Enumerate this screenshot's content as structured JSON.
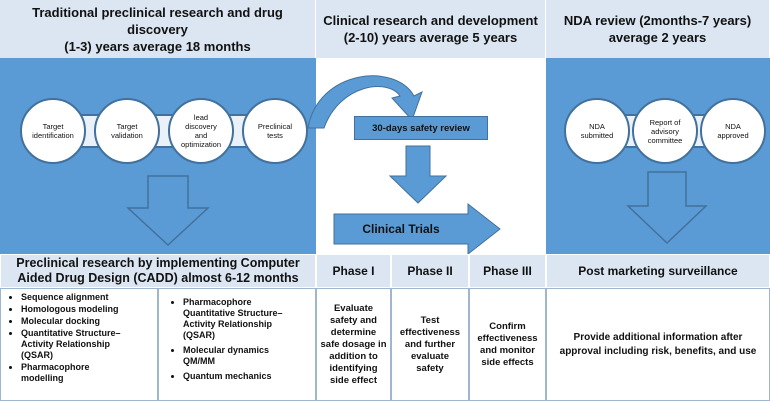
{
  "headers": {
    "preclinical": "Traditional preclinical research and drug discovery\n(1-3) years average 18 months",
    "clinical": "Clinical research and development\n(2-10) years average 5 years",
    "nda": "NDA review (2months-7 years)\naverage 2 years"
  },
  "preclinical_steps": [
    "Target\nidentification",
    "Target\nvalidation",
    "lead\ndiscovery\nand\noptimization",
    "Preclinical\ntests"
  ],
  "safety_review": "30-days safety review",
  "clinical_trials": "Clinical Trials",
  "nda_steps": [
    "NDA\nsubmitted",
    "Report of\nadvisory\ncommittee",
    "NDA\napproved"
  ],
  "bottom_headers": {
    "cadd": "Preclinical research by implementing Computer\nAided Drug Design (CADD) almost 6-12 months",
    "phase1": "Phase I",
    "phase2": "Phase II",
    "phase3": "Phase III",
    "post": "Post marketing surveillance"
  },
  "cadd_list_left": [
    "Sequence alignment",
    "Homologous modeling",
    "Molecular docking",
    "Quantitative Structure–\nActivity Relationship\n(QSAR)",
    "Pharmacophore\nmodelling"
  ],
  "cadd_list_right": [
    "Pharmacophore\nQuantitative Structure–\nActivity Relationship\n(QSAR)",
    "Molecular dynamics\nQM/MM",
    "Quantum mechanics"
  ],
  "phase1_text": "Evaluate\nsafety and\ndetermine\nsafe dosage in\naddition to\nidentifying\nside effect",
  "phase2_text": "Test\neffectiveness\nand further\nevaluate\nsafety",
  "phase3_text": "Confirm\neffectiveness\nand monitor\nside effects",
  "post_text": "Provide additional information after\napproval including risk, benefits, and use",
  "colors": {
    "header_bg": "#dbe6f2",
    "blue_fill": "#5b9bd5",
    "dark_blue": "#41719c"
  }
}
